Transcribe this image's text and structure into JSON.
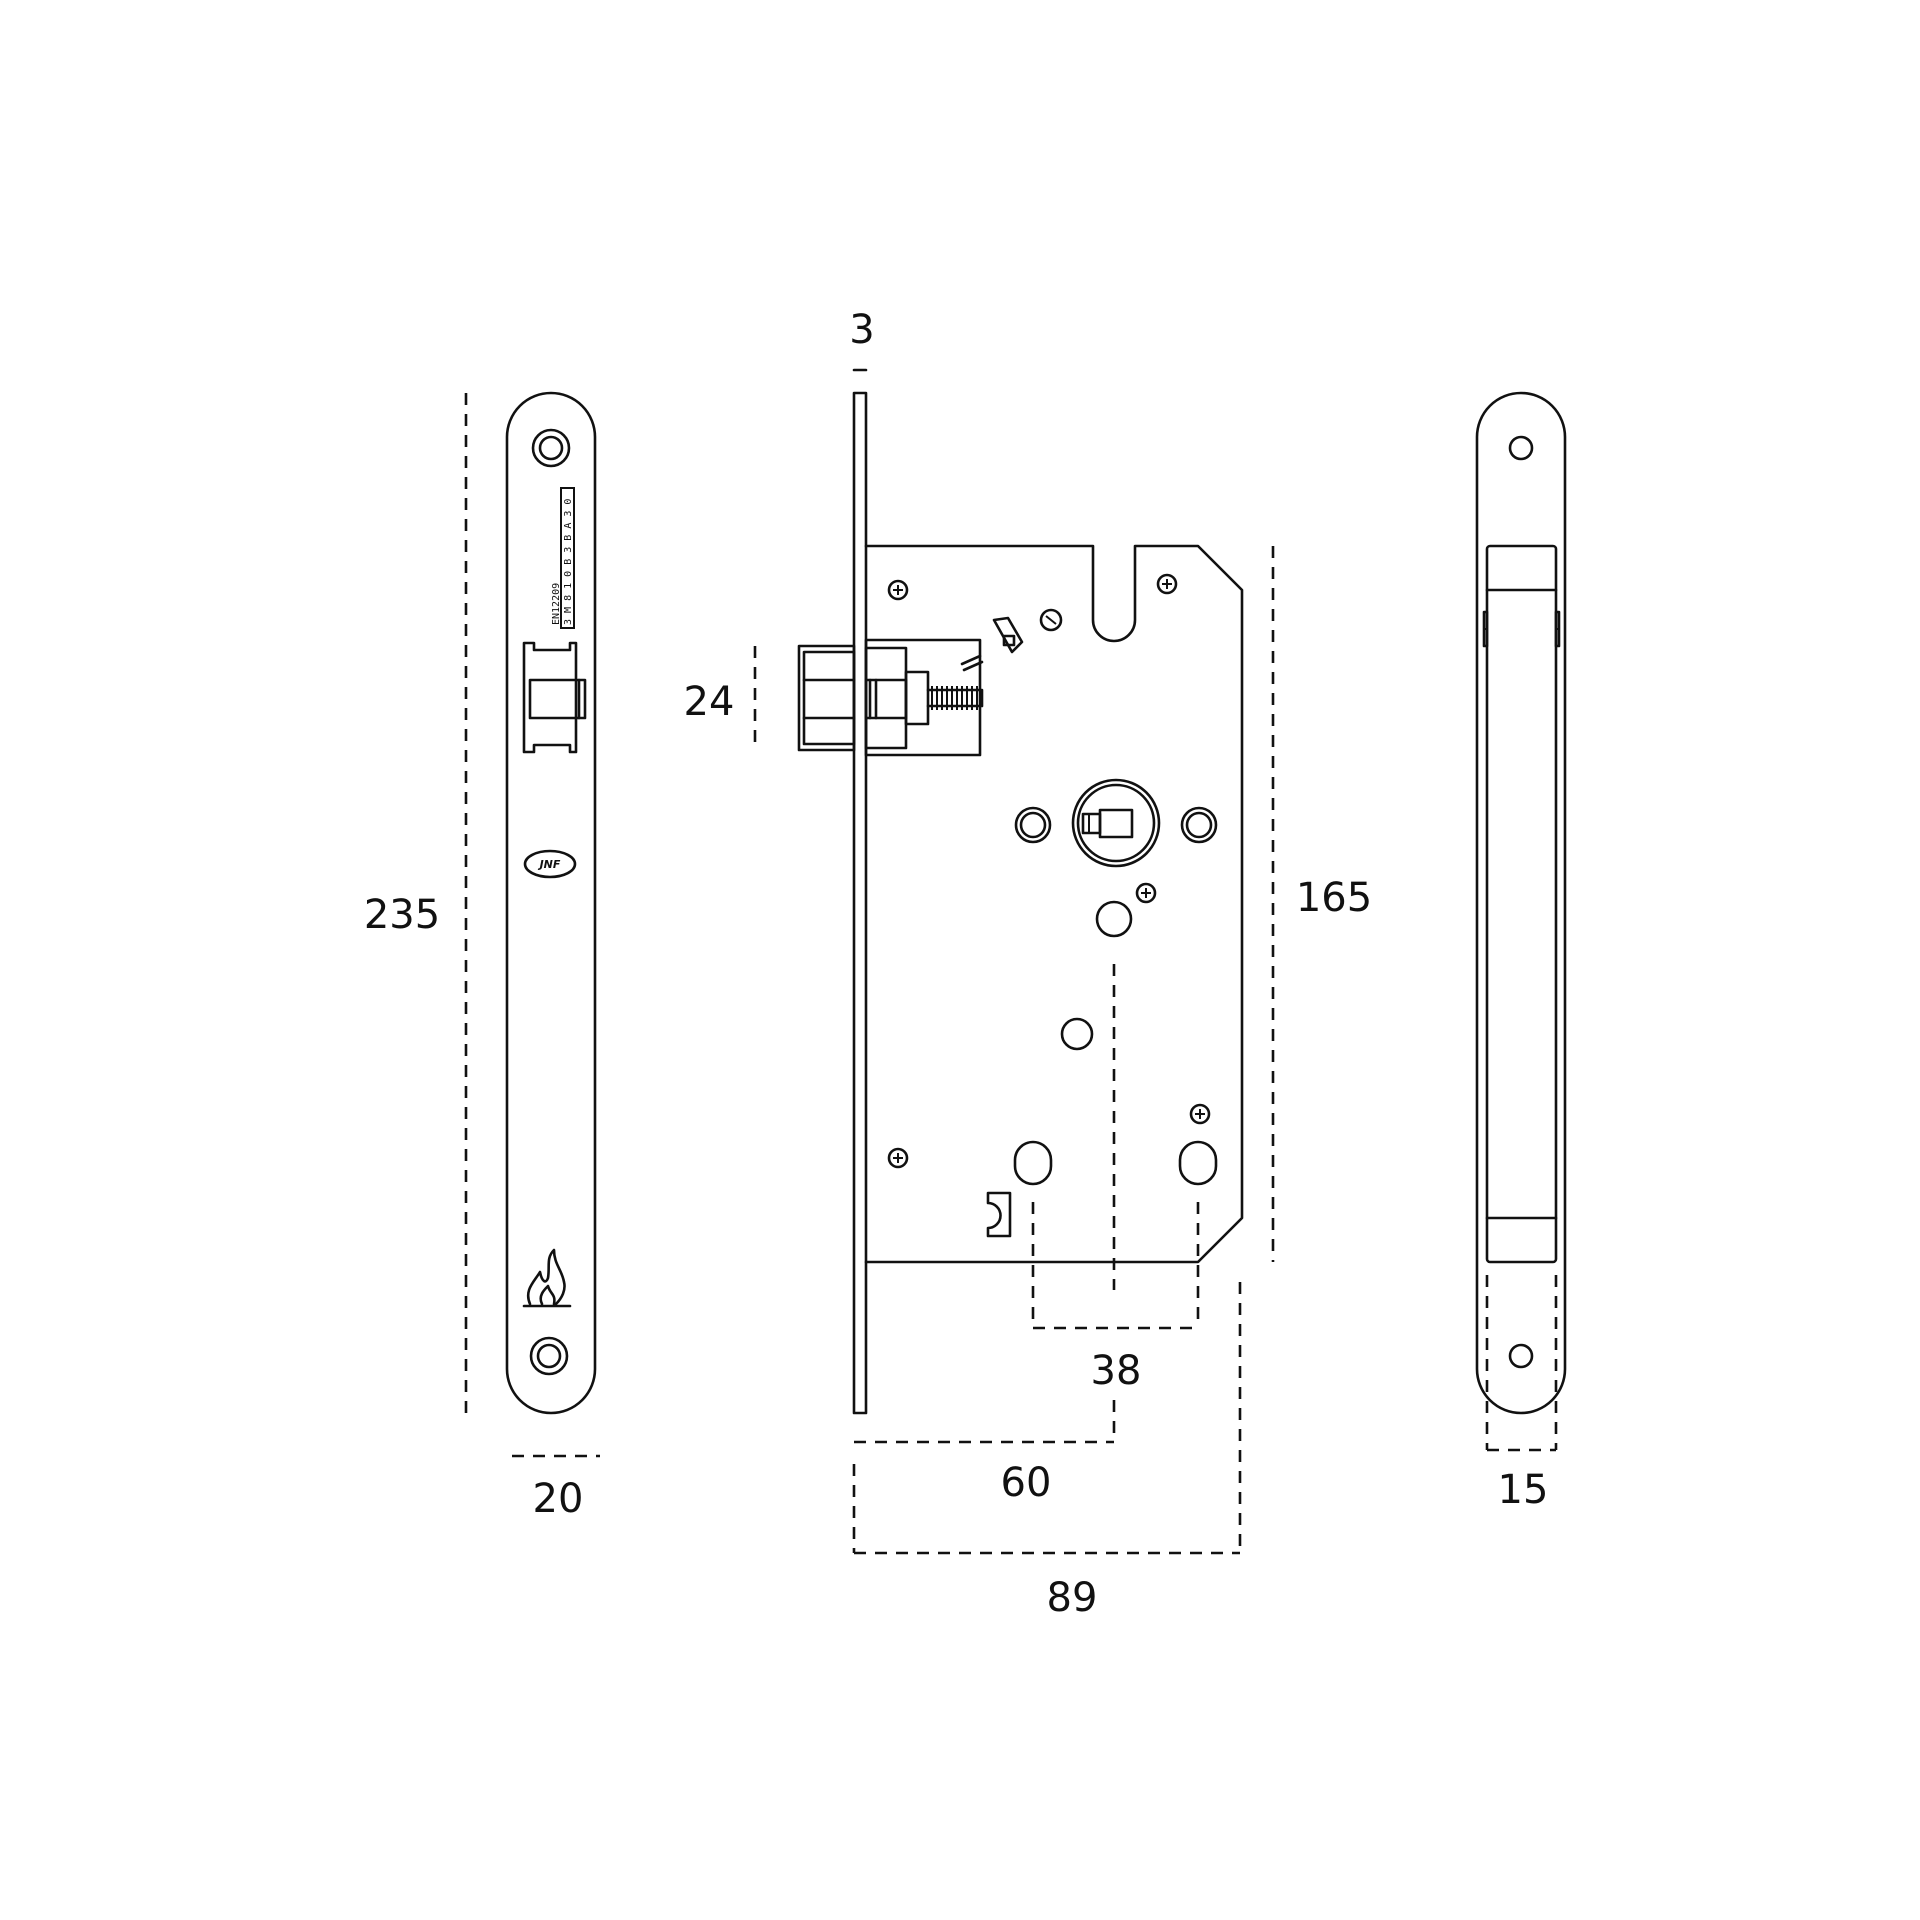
{
  "dimensions": {
    "plate_thickness": "3",
    "latch_height": "24",
    "total_height": "235",
    "plate_width": "20",
    "case_height": "165",
    "handle_to_cylinder": "38",
    "backset": "60",
    "case_depth": "89",
    "side_width": "15"
  },
  "faceplate": {
    "standard": "EN12209",
    "code_line": "3 M 8 1 0 B 3 B A 3 0",
    "logo": "JNF"
  },
  "colors": {
    "line": "#111111",
    "background": "#ffffff"
  },
  "icons": {
    "fire_rating": "flame-icon"
  }
}
